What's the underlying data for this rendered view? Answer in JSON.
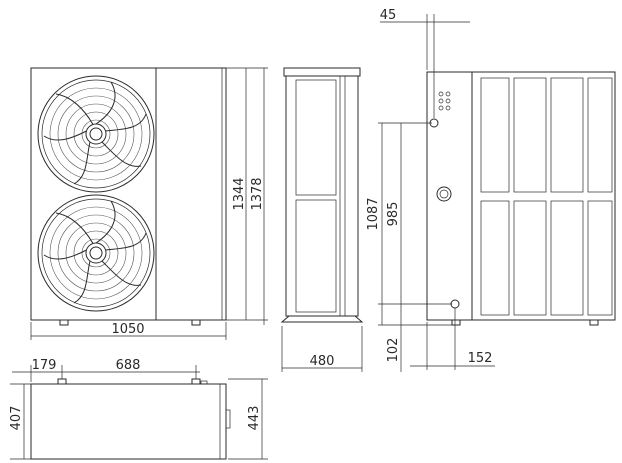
{
  "dimensions": {
    "top_offset": "45",
    "front_height_inner": "1344",
    "front_height_outer": "1378",
    "front_width": "1050",
    "side_depth": "480",
    "rear_height_upper": "1087",
    "rear_height_lower": "985",
    "rear_base_height": "102",
    "rear_offset": "152",
    "foot_offset": "179",
    "foot_spacing": "688",
    "base_depth_inner": "407",
    "base_depth_outer": "443"
  }
}
